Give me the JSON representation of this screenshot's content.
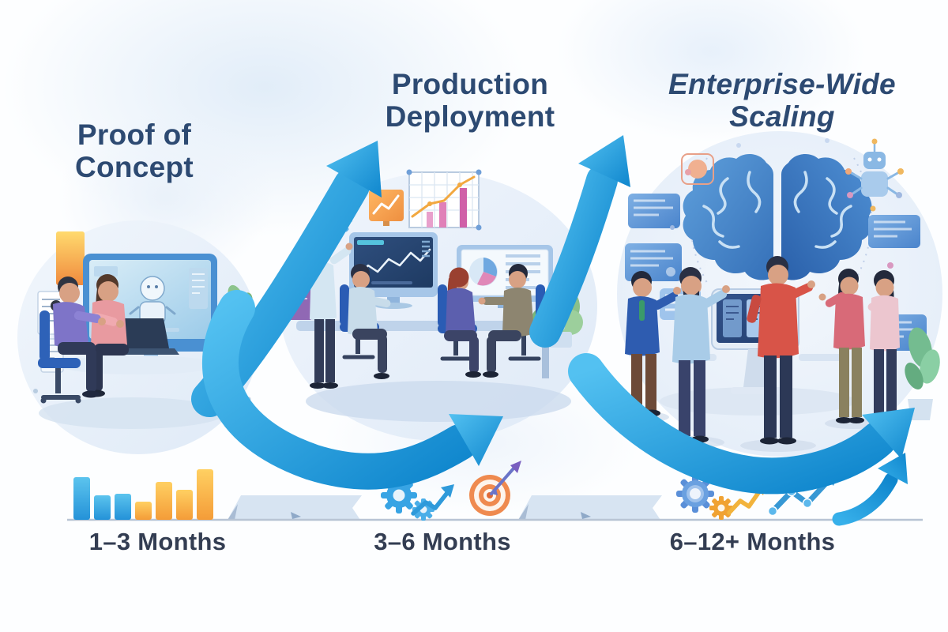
{
  "phases": [
    {
      "id": "proof-of-concept",
      "title_lines": [
        "Proof of",
        "Concept"
      ],
      "duration_label": "1–3 Months",
      "timeline_icons": [
        "bar-chart-icon"
      ],
      "scene_icons": [
        "monitor-ai-robot-icon",
        "laptop-icon",
        "lightbulb-icon",
        "document-icon",
        "plant-icon"
      ]
    },
    {
      "id": "production-deployment",
      "title_lines": [
        "Production",
        "Deployment"
      ],
      "duration_label": "3–6 Months",
      "timeline_icons": [
        "gears-growth-icon",
        "target-arrow-icon"
      ],
      "scene_icons": [
        "dashboard-monitor-icon",
        "pie-chart-monitor-icon",
        "whiteboard-chart-icon",
        "gear-icon",
        "plant-icon"
      ]
    },
    {
      "id": "enterprise-wide-scaling",
      "title_lines": [
        "Enterprise-Wide",
        "Scaling"
      ],
      "duration_label": "6–12+ Months",
      "timeline_icons": [
        "ring-gear-icon",
        "orange-gear-icon",
        "yellow-zigzag-arrow-icon",
        "growth-line-icon",
        "big-growth-arrow-icon"
      ],
      "scene_icons": [
        "brain-icon",
        "robot-icon",
        "floating-panel-icon",
        "kiosk-monitor-icon",
        "plant-icon"
      ]
    }
  ],
  "colors": {
    "title_text": "#2d4a72",
    "duration_text": "#333d52",
    "arrow_blue_light": "#53c1f1",
    "arrow_blue_dark": "#0f86cd",
    "bar_blue": "#2f9fe0",
    "bar_orange": "#f5a53c",
    "band_blue": "#d7e4f2",
    "target_orange": "#ef8a4f",
    "dart_purple": "#6a74c8",
    "brain_blue": "#3570b8",
    "accent_yellow": "#f2b33c"
  }
}
